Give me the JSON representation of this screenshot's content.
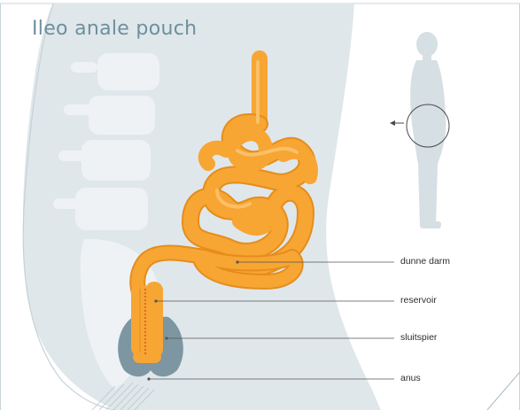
{
  "title": "Ileo anale pouch",
  "labels": [
    {
      "id": "small-intestine",
      "text": "dunne darm"
    },
    {
      "id": "reservoir",
      "text": "reservoir"
    },
    {
      "id": "sphincter",
      "text": "sluitspier"
    },
    {
      "id": "anus",
      "text": "anus"
    }
  ],
  "colors": {
    "title": "#6e8f9c",
    "body_silhouette": "#dfe7eb",
    "spine": "#eef2f4",
    "intestine": "#f7a533",
    "intestine_shadow": "#e58d1c",
    "intestine_highlight": "#fbc068",
    "sphincter": "#7d96a2",
    "pointer_line": "#555555",
    "figure": "#d6dfe3"
  },
  "icons": [
    "human-silhouette-icon",
    "magnifier-circle-icon",
    "arrow-left-icon"
  ]
}
